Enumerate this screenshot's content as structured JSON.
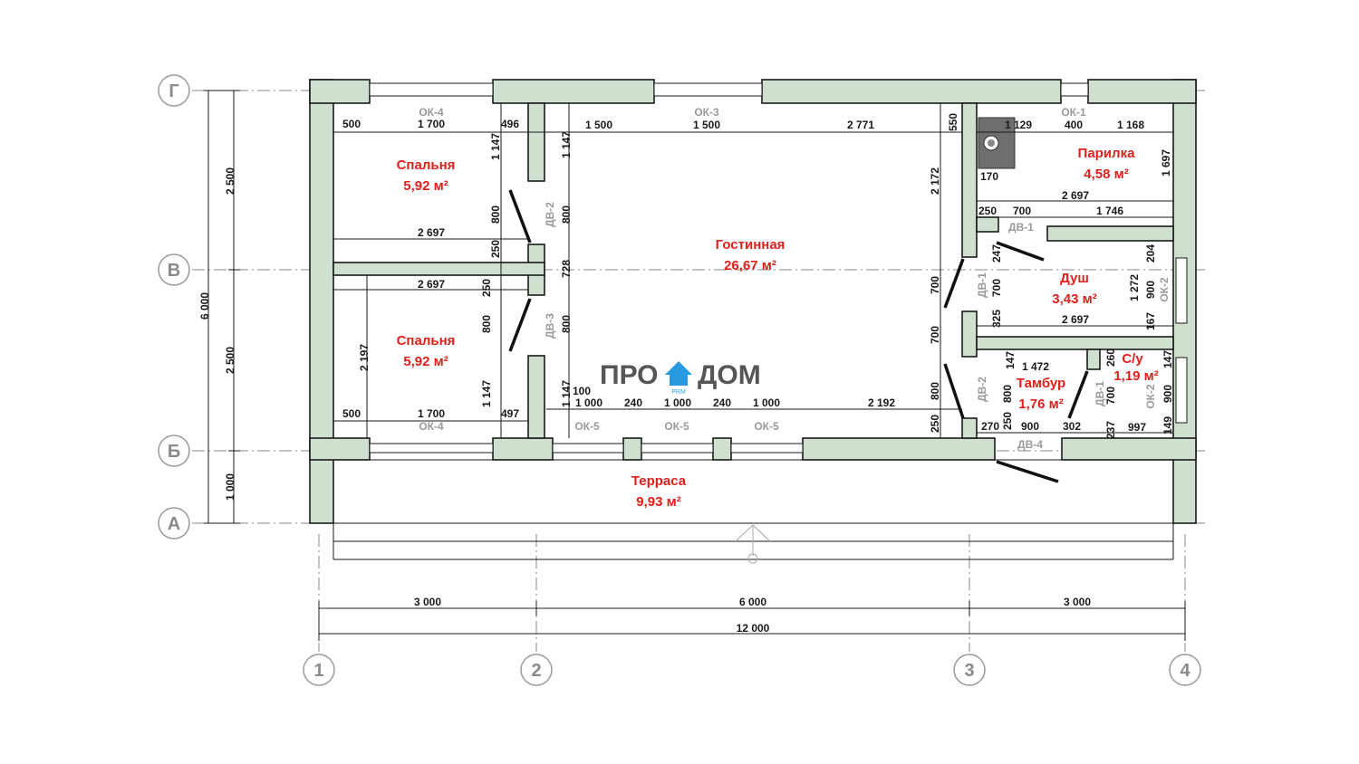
{
  "rooms": {
    "bedroom_top": {
      "name": "Спальня",
      "area": "5,92 м²"
    },
    "bedroom_bottom": {
      "name": "Спальня",
      "area": "5,92 м²"
    },
    "living": {
      "name": "Гостинная",
      "area": "26,67 м²"
    },
    "sauna": {
      "name": "Парилка",
      "area": "4,58 м²"
    },
    "shower": {
      "name": "Душ",
      "area": "3,43 м²"
    },
    "vestibule": {
      "name": "Тамбур",
      "area": "1,76 м²"
    },
    "wc": {
      "name": "С/у",
      "area": "1,19 м²"
    },
    "terrace": {
      "name": "Терраса",
      "area": "9,93 м²"
    }
  },
  "axes": {
    "rows": [
      "Г",
      "В",
      "Б",
      "А"
    ],
    "cols": [
      "1",
      "2",
      "3",
      "4"
    ]
  },
  "outer_dims": {
    "left_total": "6 000",
    "left_parts": [
      "2 500",
      "2 500",
      "1 000"
    ],
    "bottom_parts": [
      "3 000",
      "6 000",
      "3 000"
    ],
    "bottom_total": "12 000"
  },
  "openings": {
    "ok4_top": "ОК-4",
    "ok4_bottom": "ОК-4",
    "ok3": "ОК-3",
    "ok1": "ОК-1",
    "ok5_a": "ОК-5",
    "ok5_b": "ОК-5",
    "ok5_c": "ОК-5",
    "ok2_a": "ОК-2",
    "ok2_b": "ОК-2",
    "dv2_a": "ДВ-2",
    "dv3": "ДВ-3",
    "dv1_a": "ДВ-1",
    "dv1_b": "ДВ-1",
    "dv2_b": "ДВ-2",
    "dv1_c": "ДВ-1",
    "dv4": "ДВ-4"
  },
  "dims": [
    "500",
    "1 700",
    "496",
    "1 147",
    "800",
    "2 697",
    "250",
    "1 147",
    "800",
    "728",
    "2 697",
    "250",
    "800",
    "800",
    "2 197",
    "1 147",
    "1 147",
    "500",
    "1 700",
    "497",
    "1 500",
    "1 500",
    "2 771",
    "100",
    "1 000",
    "240",
    "1 000",
    "240",
    "1 000",
    "2 192",
    "550",
    "2 172",
    "700",
    "700",
    "800",
    "250",
    "1 129",
    "400",
    "1 168",
    "170",
    "1 697",
    "2 697",
    "250",
    "700",
    "1 746",
    "247",
    "700",
    "325",
    "2 697",
    "1 272",
    "204",
    "900",
    "167",
    "147",
    "1 472",
    "800",
    "250",
    "270",
    "900",
    "302",
    "260",
    "700",
    "237",
    "997",
    "147",
    "900",
    "149"
  ],
  "logo": {
    "text_left": "ПРО",
    "text_right": "ДОМ",
    "sub": "PRM"
  },
  "colors": {
    "wall": "#cfe0cf",
    "room_label": "#e0201b",
    "opening_label": "#9a9a9a"
  }
}
